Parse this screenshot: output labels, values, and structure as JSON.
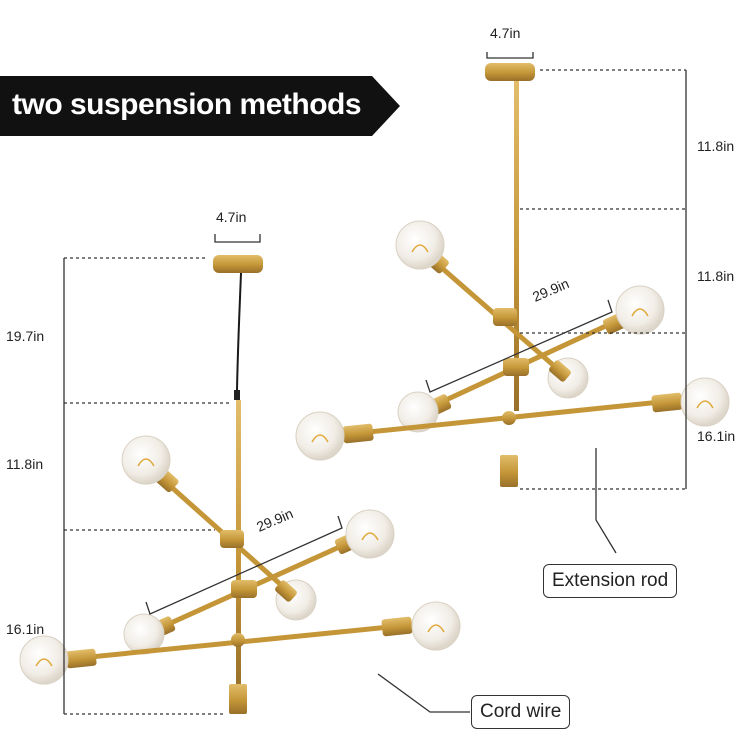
{
  "banner": {
    "text": "two suspension methods",
    "color": "#111111"
  },
  "colors": {
    "brass": "#c9a04a",
    "brass_dark": "#9a7326",
    "cord": "#1a1a1a",
    "bulb": "#f3efe8",
    "filament": "#e0a83a"
  },
  "left_fixture": {
    "canopy_width": "4.7in",
    "cord_length": "19.7in",
    "rod_length": "11.8in",
    "arm_span": "29.9in",
    "body_height": "16.1in",
    "callout": "Cord wire"
  },
  "right_fixture": {
    "canopy_width": "4.7in",
    "rod_upper": "11.8in",
    "rod_lower": "11.8in",
    "arm_span": "29.9in",
    "body_height": "16.1in",
    "callout": "Extension rod"
  }
}
